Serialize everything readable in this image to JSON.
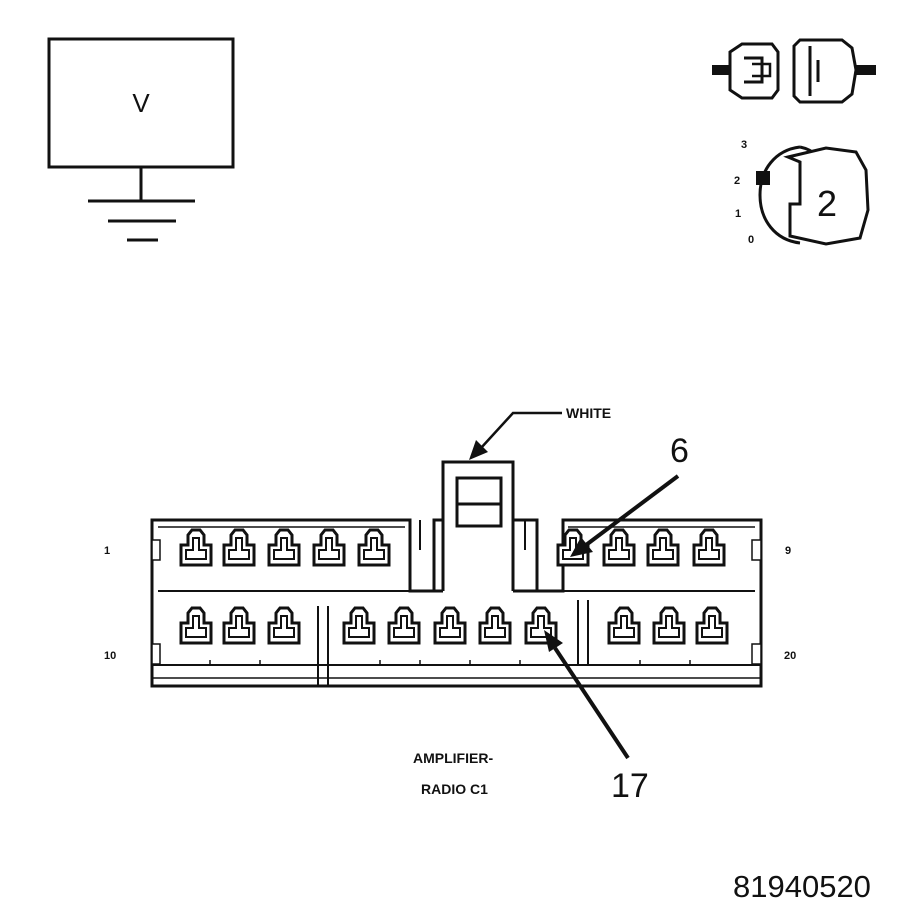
{
  "voltmeter": {
    "symbol": "V"
  },
  "ignition": {
    "position_labels": [
      "3",
      "2",
      "1",
      "0"
    ],
    "selected_position": "2"
  },
  "connector": {
    "housing_color": "WHITE",
    "name_line1": "AMPLIFIER-",
    "name_line2": "RADIO C1",
    "pin_labels": {
      "top_left": "1",
      "top_right": "9",
      "bottom_left": "10",
      "bottom_right": "20"
    },
    "callouts": [
      "6",
      "17"
    ]
  },
  "figure_id": "81940520"
}
